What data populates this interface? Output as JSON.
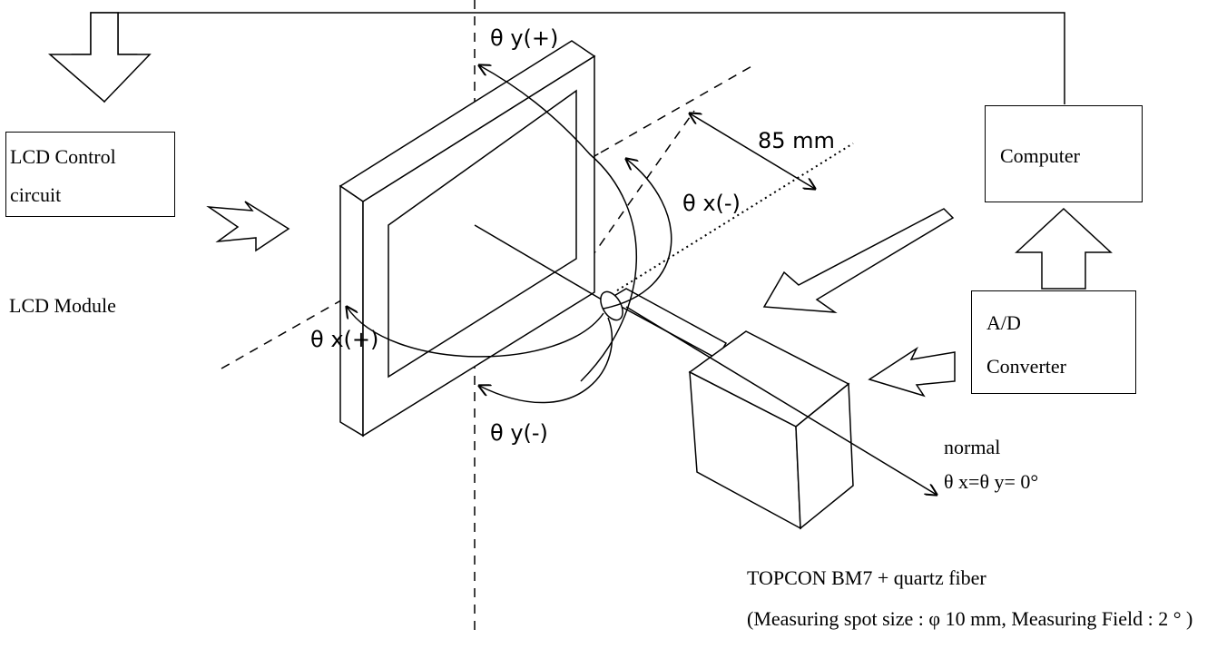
{
  "boxes": {
    "lcd_control": {
      "line1": "LCD Control",
      "line2": "circuit"
    },
    "computer": {
      "label": "Computer"
    },
    "ad_converter": {
      "line1": "A/D",
      "line2": "Converter"
    }
  },
  "labels": {
    "lcd_module": "LCD Module",
    "theta_y_plus": "θ y(+)",
    "theta_y_minus": "θ y(-)",
    "theta_x_minus": "θ x(-)",
    "theta_x_plus": "θ x(+)",
    "distance": "85  mm",
    "normal": "normal",
    "normal_eq": "θ x=θ y= 0°",
    "instrument": "TOPCON BM7 + quartz fiber",
    "measuring": "(Measuring spot size : φ  10 mm, Measuring Field : 2  °  )"
  },
  "colors": {
    "line": "#000000",
    "background": "#ffffff"
  }
}
